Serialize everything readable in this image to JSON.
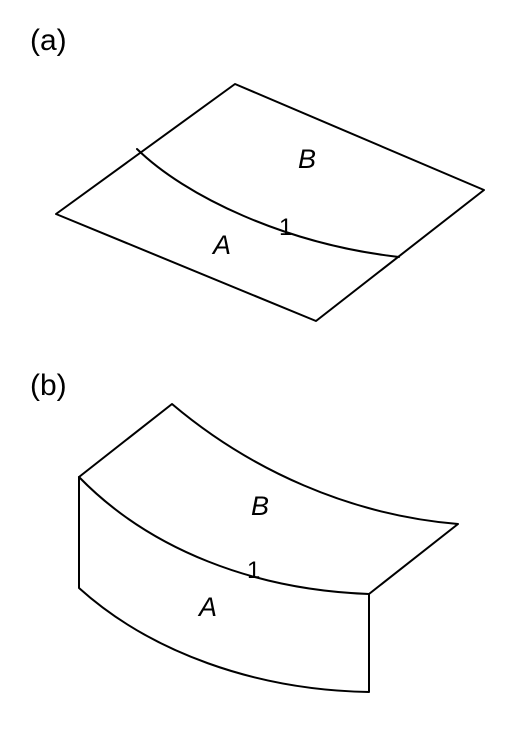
{
  "panel_a": {
    "label": "(a)",
    "region_upper": "B",
    "region_lower": "A",
    "interface_marker": "1"
  },
  "panel_b": {
    "label": "(b)",
    "region_upper": "B",
    "region_lower": "A",
    "interface_marker": "1"
  }
}
